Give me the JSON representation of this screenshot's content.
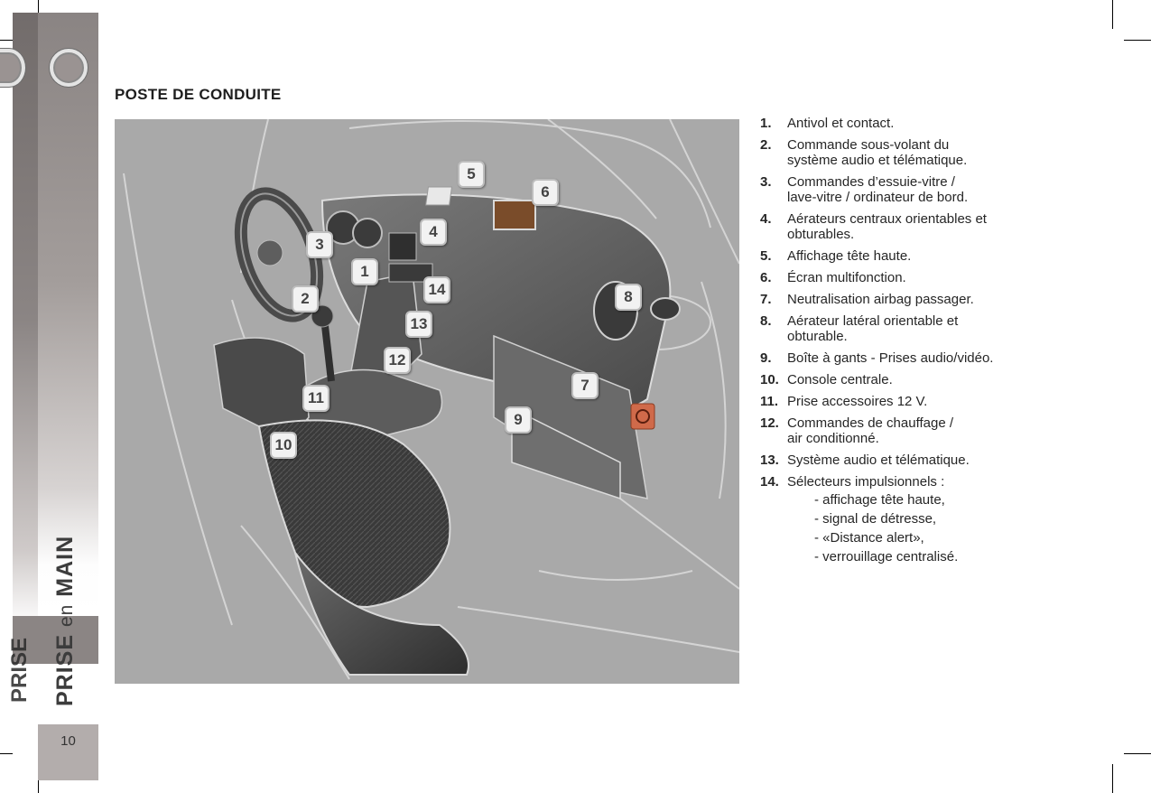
{
  "page": {
    "side_title_main": "PRISE",
    "side_title_en": "en",
    "side_title_end": "MAIN",
    "page_number": "10"
  },
  "section_title": "POSTE DE CONDUITE",
  "figure_labels": [
    "1",
    "2",
    "3",
    "4",
    "5",
    "6",
    "7",
    "8",
    "9",
    "10",
    "11",
    "12",
    "13",
    "14"
  ],
  "items": [
    {
      "num": "1.",
      "text": "Antivol et contact."
    },
    {
      "num": "2.",
      "text": "Commande sous-volant du\nsystème audio et télématique."
    },
    {
      "num": "3.",
      "text": "Commandes d’essuie-vitre /\nlave-vitre / ordinateur de bord."
    },
    {
      "num": "4.",
      "text": "Aérateurs centraux orientables et\nobturables."
    },
    {
      "num": "5.",
      "text": "Affichage tête haute."
    },
    {
      "num": "6.",
      "text": "Écran multifonction."
    },
    {
      "num": "7.",
      "text": "Neutralisation airbag passager."
    },
    {
      "num": "8.",
      "text": "Aérateur latéral orientable et\nobturable."
    },
    {
      "num": "9.",
      "text": "Boîte à gants - Prises audio/vidéo."
    },
    {
      "num": "10.",
      "text": "Console centrale."
    },
    {
      "num": "11.",
      "text": "Prise accessoires 12 V."
    },
    {
      "num": "12.",
      "text": "Commandes de chauffage /\nair conditionné."
    },
    {
      "num": "13.",
      "text": "Système audio et télématique."
    },
    {
      "num": "14.",
      "text": "Sélecteurs impulsionnels :"
    }
  ],
  "item14_sub": [
    "- affichage tête haute,",
    "- signal de détresse,",
    "- «Distance alert»,",
    "- verrouillage centralisé."
  ]
}
